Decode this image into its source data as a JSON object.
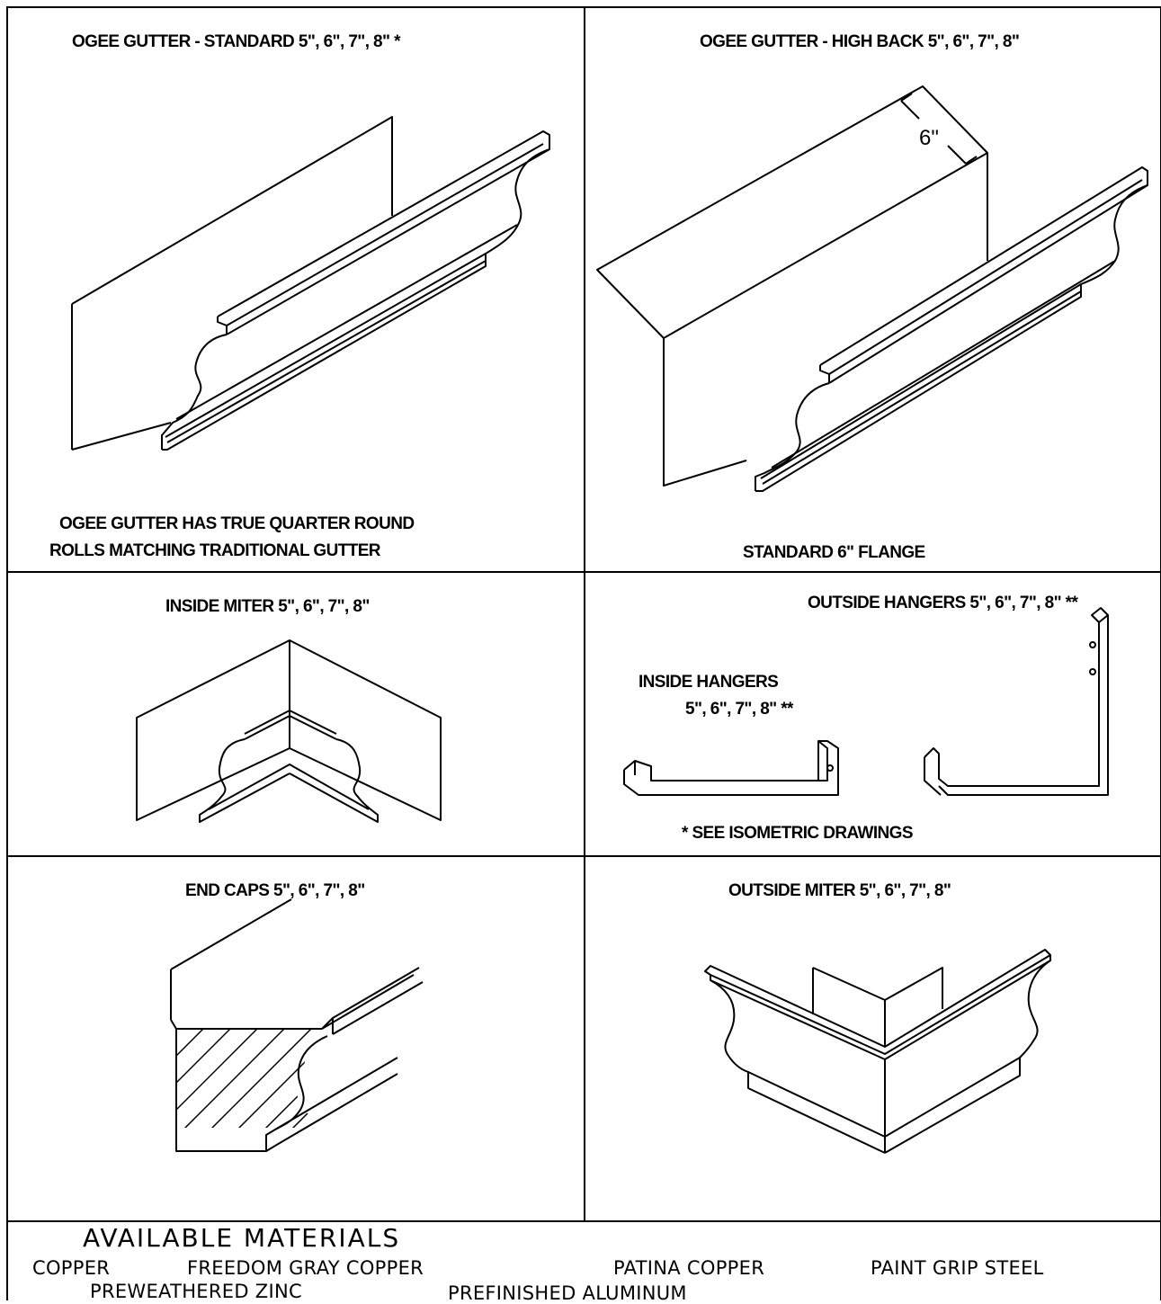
{
  "panels": {
    "ogee_standard": {
      "title": "OGEE GUTTER - STANDARD  5\", 6\", 7\", 8\" *",
      "note_line1": "OGEE GUTTER HAS TRUE QUARTER ROUND",
      "note_line2": "ROLLS MATCHING TRADITIONAL GUTTER"
    },
    "ogee_high_back": {
      "title": "OGEE GUTTER - HIGH BACK  5\", 6\", 7\", 8\"",
      "dimension": "6\"",
      "note": "STANDARD 6\"  FLANGE"
    },
    "inside_miter": {
      "title": "INSIDE MITER  5\", 6\", 7\", 8\""
    },
    "hangers": {
      "outside_title": "OUTSIDE HANGERS  5\", 6\", 7\", 8\" **",
      "inside_title_line1": "INSIDE HANGERS",
      "inside_title_line2": "5\", 6\", 7\", 8\" **",
      "note": "* SEE ISOMETRIC DRAWINGS"
    },
    "end_caps": {
      "title": "END CAPS  5\", 6\", 7\", 8\""
    },
    "outside_miter": {
      "title": "OUTSIDE MITER  5\", 6\", 7\", 8\""
    }
  },
  "materials": {
    "title": "AVAILABLE  MATERIALS",
    "items": [
      "COPPER",
      "FREEDOM GRAY COPPER",
      "PATINA  COPPER",
      "PAINT  GRIP  STEEL",
      "PREWEATHERED  ZINC",
      "PREFINISHED  ALUMINUM"
    ]
  }
}
